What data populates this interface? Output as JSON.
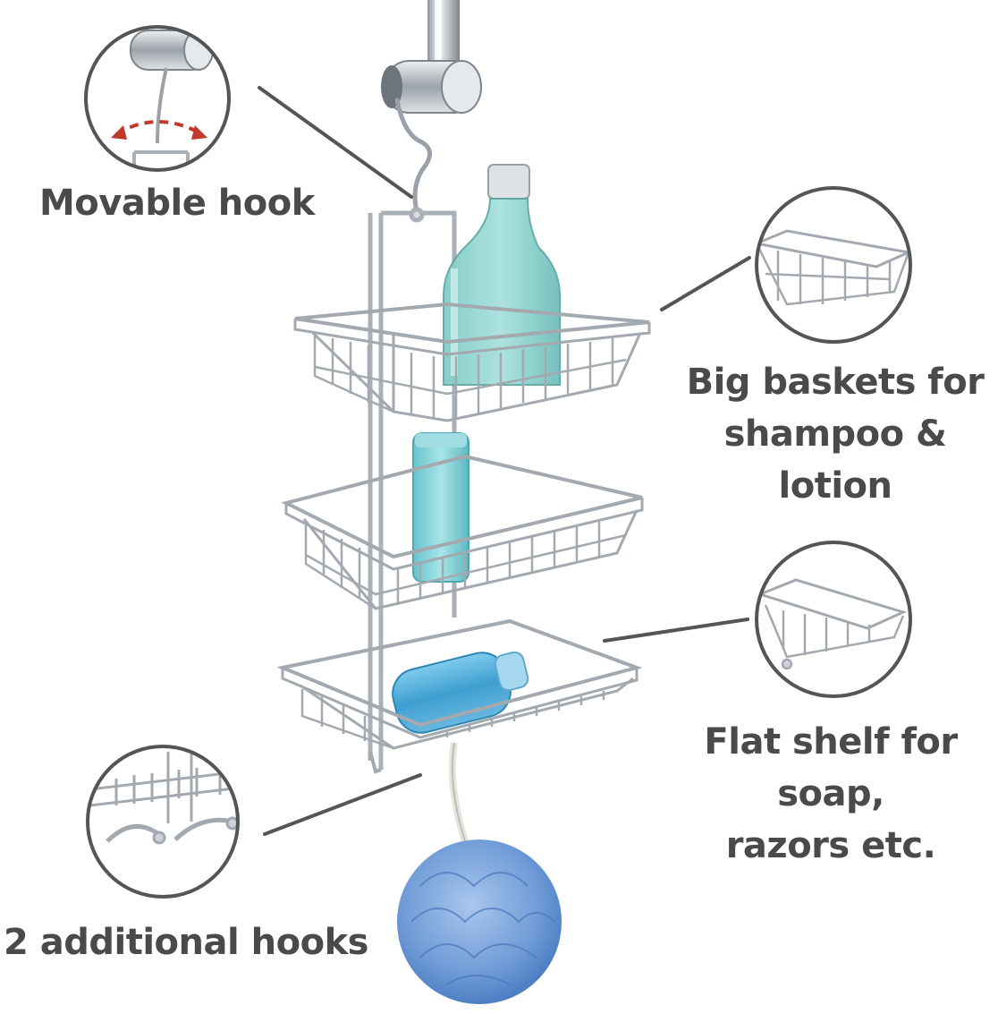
{
  "callouts": {
    "movable_hook": "Movable hook",
    "big_baskets_line1": "Big baskets for",
    "big_baskets_line2": "shampoo & lotion",
    "flat_shelf_line1": "Flat shelf for soap,",
    "flat_shelf_line2": "razors etc.",
    "additional_hooks": "2 additional hooks"
  },
  "colors": {
    "label_text": "#4a4a4a",
    "callout_ring": "#555555",
    "chrome": "#b9bec4",
    "chrome_dark": "#7f868e",
    "shampoo_liquid": "#8fd3cf",
    "lotion_bottle": "#7fd3d8",
    "soap_bottle": "#58b4de",
    "loofah": "#7aa6dc",
    "arrow_red": "#c0392b"
  },
  "icons": [
    "shower-rod-clamp-icon",
    "curved-arrow-icon"
  ]
}
